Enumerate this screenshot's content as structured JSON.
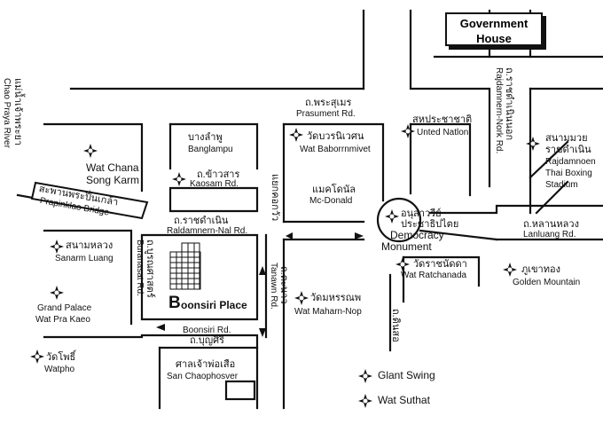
{
  "map": {
    "government_house": {
      "line1": "Government",
      "line2": "House"
    },
    "chao_praya": {
      "th": "แม่น้ำเจ้าพระยา",
      "en": "Chao Praya River"
    },
    "ratchadamnern_nok": {
      "th": "ถ.ราชดำเนินนอก",
      "en": "Rajdamnern-Nork Rd."
    },
    "prasument": {
      "th": "ถ.พระสุเมร",
      "en": "Prasument Rd."
    },
    "wat_chana_songkram": {
      "line1": "Wat Chana",
      "line2": "Song Karm"
    },
    "banglampu": {
      "th": "บางลำพู",
      "en": "Banglampu"
    },
    "kaosan": {
      "th": "ถ.ข้าวสาร",
      "en": "Kaosam Rd."
    },
    "wat_bowon": {
      "th": "วัดบวรนิเวศน",
      "en": "Wat Baborrnmivet"
    },
    "un": {
      "th": "สหประชาชาติ",
      "en": "Unted Natlon"
    },
    "boxing": {
      "th1": "สนามมวย",
      "th2": "ราชดำเนิน",
      "en1": "Rajdamnoen",
      "en2": "Thai Boxing",
      "en3": "Stadium"
    },
    "bridge": {
      "th": "สะพานพระปิ่นเกล้า",
      "en": "Prapinklao Bridge"
    },
    "mcdonald": {
      "th": "แมคโดนัล",
      "en": "Mc-Donald"
    },
    "kok_wua": {
      "th": "แยกคอกวัว"
    },
    "ratchadamnern_nai": {
      "th": "ถ.ราชดำเนิน",
      "en": "Raldamnern-Nal Rd."
    },
    "democracy": {
      "th1": "อนุสาวรีย์",
      "th2": "ประชาธิปไตย",
      "en1": "Democracy",
      "en2": "Monument"
    },
    "lan_luang": {
      "th": "ถ.หลานหลวง",
      "en": "Lanluang Rd."
    },
    "sanam_luang": {
      "th": "สนามหลวง",
      "en": "Sanarm Luang"
    },
    "buranasat": {
      "th": "ถ.บูรณศาสตร์",
      "en": "Buranasat Rd."
    },
    "tanao": {
      "th": "ถ.ตะนาว",
      "en": "Tanawn Rd."
    },
    "wat_ratchanadda": {
      "th": "วัดราชนัดดา",
      "en": "Wat Ratchanada"
    },
    "golden_mount": {
      "th": "ภูเขาทอง",
      "en": "Golden Mountain"
    },
    "grand_palace": {
      "line1": "Grand Palace",
      "line2": "Wat Pra Kaeo"
    },
    "hotel": {
      "name": "Boonsiri Place",
      "initial": "B",
      "rest": "oonsiri Place"
    },
    "wat_mahannop": {
      "th": "วัดมหรรณพ",
      "en": "Wat Maharn-Nop"
    },
    "dinso": {
      "th": "ถ.ดินสอ"
    },
    "boonsiri_rd": {
      "th": "ถ.บุญศิริ",
      "en": "Boonsiri Rd."
    },
    "wat_pho": {
      "th": "วัดโพธิ์",
      "en": "Watpho"
    },
    "city_pillar": {
      "th": "ศาลเจ้าพ่อเสือ",
      "en": "San Chaophosver"
    },
    "giant_swing": {
      "en": "Glant  Swing"
    },
    "wat_suthat": {
      "en": "Wat  Suthat"
    }
  }
}
